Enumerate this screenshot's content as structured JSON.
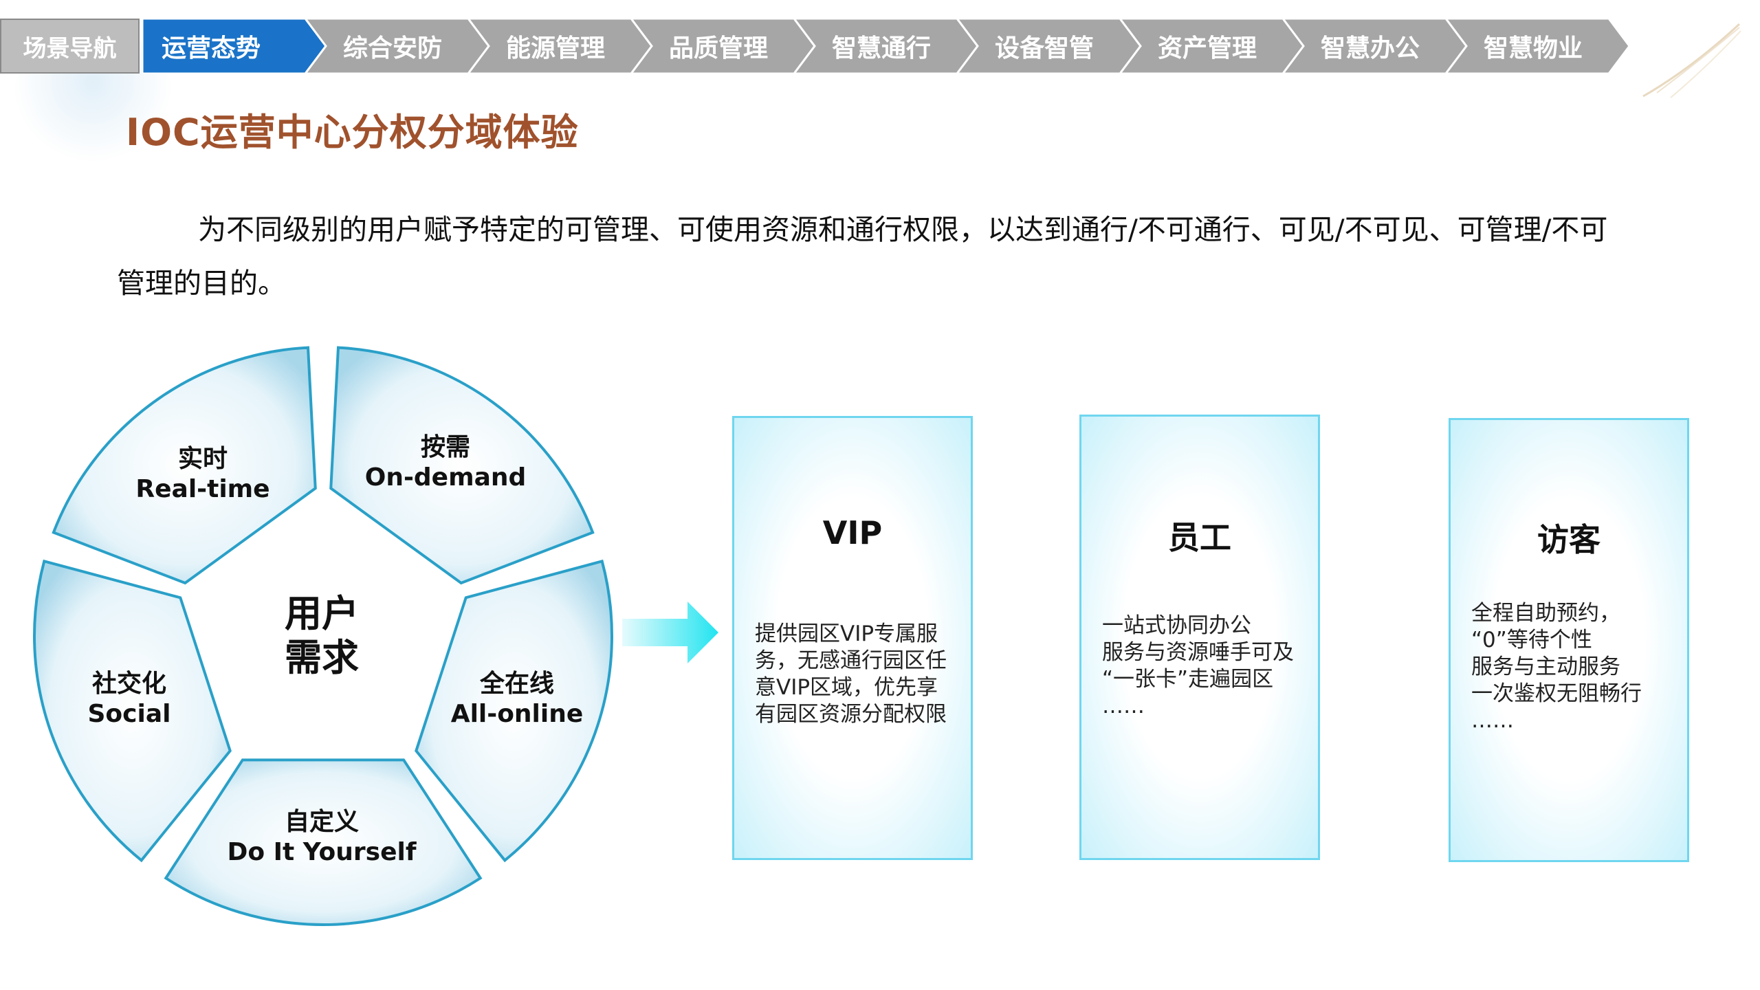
{
  "nav": {
    "home": "场景导航",
    "items": [
      {
        "label": "运营态势",
        "active": true
      },
      {
        "label": "综合安防",
        "active": false
      },
      {
        "label": "能源管理",
        "active": false
      },
      {
        "label": "品质管理",
        "active": false
      },
      {
        "label": "智慧通行",
        "active": false
      },
      {
        "label": "设备智管",
        "active": false
      },
      {
        "label": "资产管理",
        "active": false
      },
      {
        "label": "智慧办公",
        "active": false
      },
      {
        "label": "智慧物业",
        "active": false
      }
    ]
  },
  "title": "IOC运营中心分权分域体验",
  "description": "为不同级别的用户赋予特定的可管理、可使用资源和通行权限，以达到通行/不可通行、可见/不可见、可管理/不可管理的目的。",
  "wheel": {
    "center": [
      "用户",
      "需求"
    ],
    "segments": [
      {
        "cn": "实时",
        "en": "Real-time"
      },
      {
        "cn": "按需",
        "en": "On-demand"
      },
      {
        "cn": "全在线",
        "en": "All-online"
      },
      {
        "cn": "自定义",
        "en": "Do It Yourself"
      },
      {
        "cn": "社交化",
        "en": "Social"
      }
    ]
  },
  "cards": [
    {
      "title": "VIP",
      "lines": [
        "提供园区VIP专属服",
        "务，无感通行园区任",
        "意VIP区域，优先享",
        "有园区资源分配权限"
      ]
    },
    {
      "title": "员工",
      "lines": [
        "一站式协同办公",
        "服务与资源唾手可及",
        "“一张卡”走遍园区",
        "……"
      ]
    },
    {
      "title": "访客",
      "lines": [
        "全程自助预约，",
        "“0”等待个性",
        "服务与主动服务",
        "一次鉴权无阻畅行",
        "……"
      ]
    }
  ],
  "colors": {
    "nav_active": "#1a73c8",
    "nav_inactive": "#a6a6a6",
    "title": "#a0522d",
    "card_border": "#6fd6ef",
    "arrow": "#29e6f2",
    "wheel_stroke": "#2aa0c8"
  }
}
